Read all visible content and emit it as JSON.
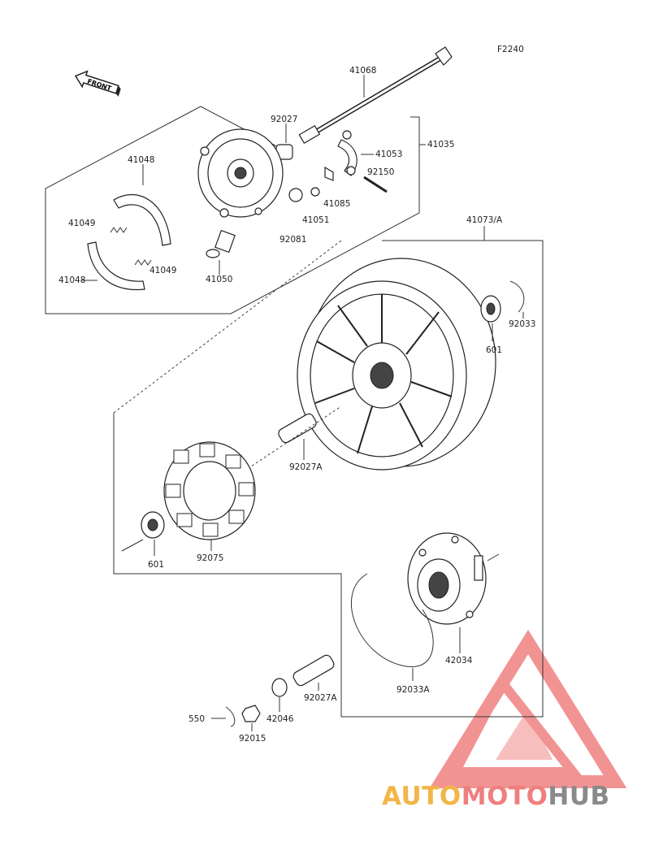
{
  "diagram_code": "F2240",
  "front_label": "FRONT",
  "parts": {
    "p41068": "41068",
    "p92027": "92027",
    "p41035": "41035",
    "p41053": "41053",
    "p92150": "92150",
    "p41048a": "41048",
    "p41049a": "41049",
    "p41049b": "41049",
    "p41048b": "41048",
    "p41085": "41085",
    "p41051": "41051",
    "p92081": "92081",
    "p41050": "41050",
    "p41073A": "41073/A",
    "p601a": "601",
    "p92033": "92033",
    "p92027A": "92027A",
    "p601b": "601",
    "p92075": "92075",
    "p42034": "42034",
    "p92033A": "92033A",
    "p92027A2": "92027A",
    "p42046": "42046",
    "p550": "550",
    "p92015": "92015"
  },
  "watermark": {
    "part1": "AUTO",
    "part2": "MOTO",
    "part3": "HUB"
  },
  "colors": {
    "watermark_red": "#ee6f6f",
    "watermark_yellow": "#f2b648",
    "watermark_gray": "#8a8a8a"
  }
}
